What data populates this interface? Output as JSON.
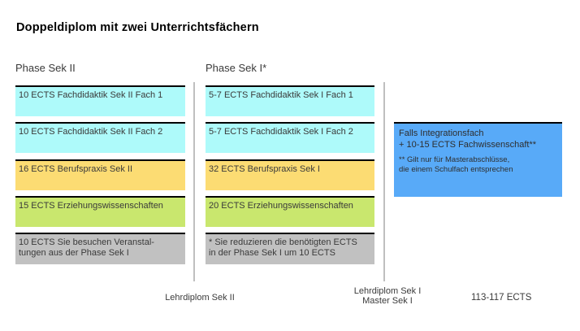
{
  "title": "Doppeldiplom mit zwei Unterrichtsfächern",
  "columns": [
    {
      "header": "Phase Sek II",
      "boxes": [
        {
          "text": "10 ECTS Fachdidaktik Sek II Fach 1",
          "color": "#aefafa"
        },
        {
          "text": "10 ECTS Fachdidaktik Sek II Fach 2",
          "color": "#aefafa"
        },
        {
          "text": "16 ECTS Berufspraxis Sek II",
          "color": "#fcdc73"
        },
        {
          "text": "15 ECTS Erziehungswissenschaften",
          "color": "#c9e76e"
        },
        {
          "text": "10 ECTS Sie besuchen Veranstal-\ntungen aus der Phase Sek I",
          "color": "#c1c1c1"
        }
      ],
      "footer": "Lehrdiplom Sek II"
    },
    {
      "header": "Phase Sek I*",
      "boxes": [
        {
          "text": "5-7 ECTS Fachdidaktik Sek I Fach 1",
          "color": "#aefafa"
        },
        {
          "text": "5-7 ECTS Fachdidaktik Sek I Fach 2",
          "color": "#aefafa"
        },
        {
          "text": "32 ECTS Berufspraxis Sek I",
          "color": "#fcdc73"
        },
        {
          "text": "20 ECTS Erziehungswissenschaften",
          "color": "#c9e76e"
        },
        {
          "text": "* Sie reduzieren die benötigten ECTS\nin der Phase Sek I um 10 ECTS",
          "color": "#c1c1c1"
        }
      ],
      "footer": "Lehrdiplom Sek I\nMaster Sek I"
    }
  ],
  "integration_box": {
    "main": "Falls Integrationsfach\n+ 10-15 ECTS Fachwissenschaft**",
    "note": "** Gilt nur für Masterabschlüsse,\ndie einem Schulfach entsprechen",
    "color": "#58aaf8"
  },
  "total": "113-117 ECTS",
  "colors": {
    "fachdidaktik": "#aefafa",
    "berufspraxis": "#fcdc73",
    "erziehungswissenschaften": "#c9e76e",
    "note_gray": "#c1c1c1",
    "integration_blue": "#58aaf8",
    "divider_gray": "#bfbfbf",
    "box_top_border": "#000000"
  }
}
